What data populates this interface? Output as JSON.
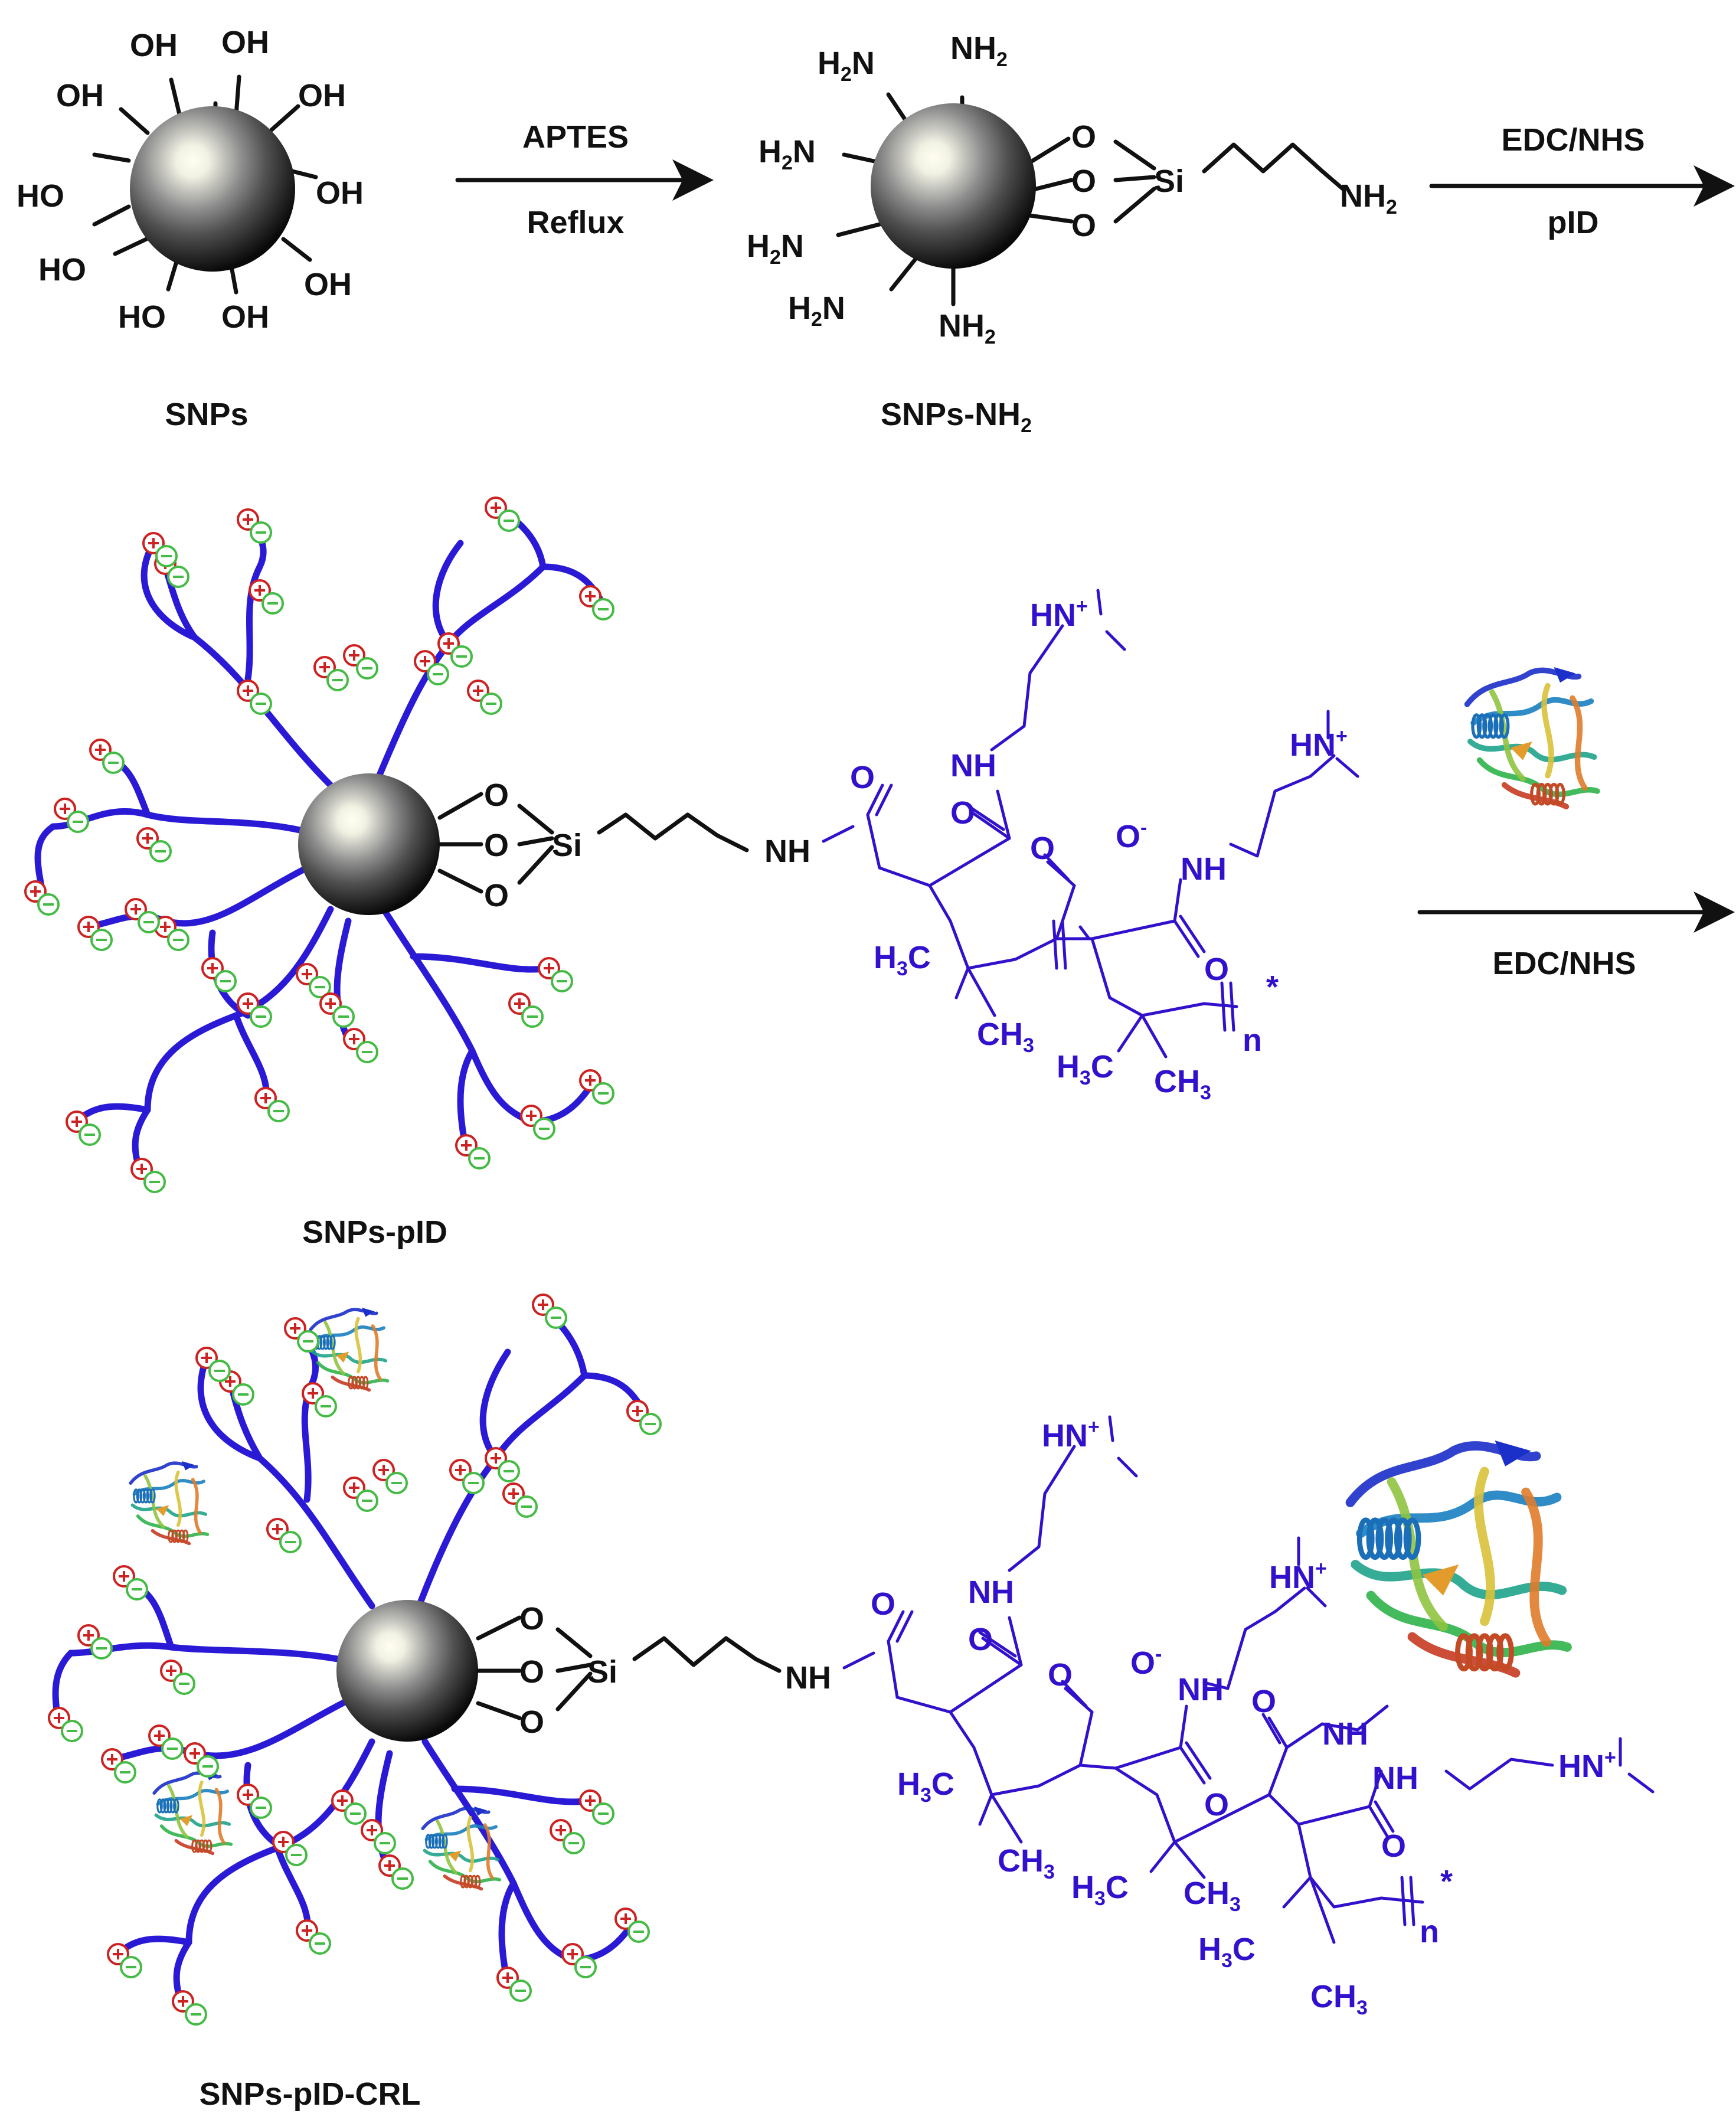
{
  "colors": {
    "chemistry": "#3311cc",
    "polymer_chain": "#2a1ad6",
    "positive_charge": "#cc2222",
    "negative_charge": "#44bb44",
    "text": "#111111"
  },
  "labels": {
    "snps": "SNPs",
    "snps_nh2": "SNPs-NH",
    "snps_nh2_sub": "2",
    "snps_pid": "SNPs-pID",
    "snps_pid_crl": "SNPs-pID-CRL"
  },
  "arrows": {
    "arrow1_top": "APTES",
    "arrow1_bottom": "Reflux",
    "arrow2_top": "EDC/NHS",
    "arrow2_bottom": "pID",
    "arrow3_bottom": "EDC/NHS"
  },
  "groups": {
    "oh": "OH",
    "ho": "HO",
    "nh2_right": "NH",
    "nh2_left": "H",
    "nh2_left_tail": "N",
    "sub2": "2",
    "o": "O",
    "o_minus": "O",
    "minus": "-",
    "si": "Si",
    "nh": "NH",
    "nh_amide": "NH",
    "hn_plus": "HN",
    "plus": "+",
    "ch3": "CH",
    "h3c": "H",
    "h3c_tail": "C",
    "sub3": "3",
    "n": "n",
    "star": "*"
  },
  "icons": {
    "nanoparticle": "silica-sphere-icon",
    "enzyme": "lipase-protein-ribbon-icon",
    "positive": "plus-charge-icon",
    "negative": "minus-charge-icon",
    "arrow": "reaction-arrow-icon"
  }
}
